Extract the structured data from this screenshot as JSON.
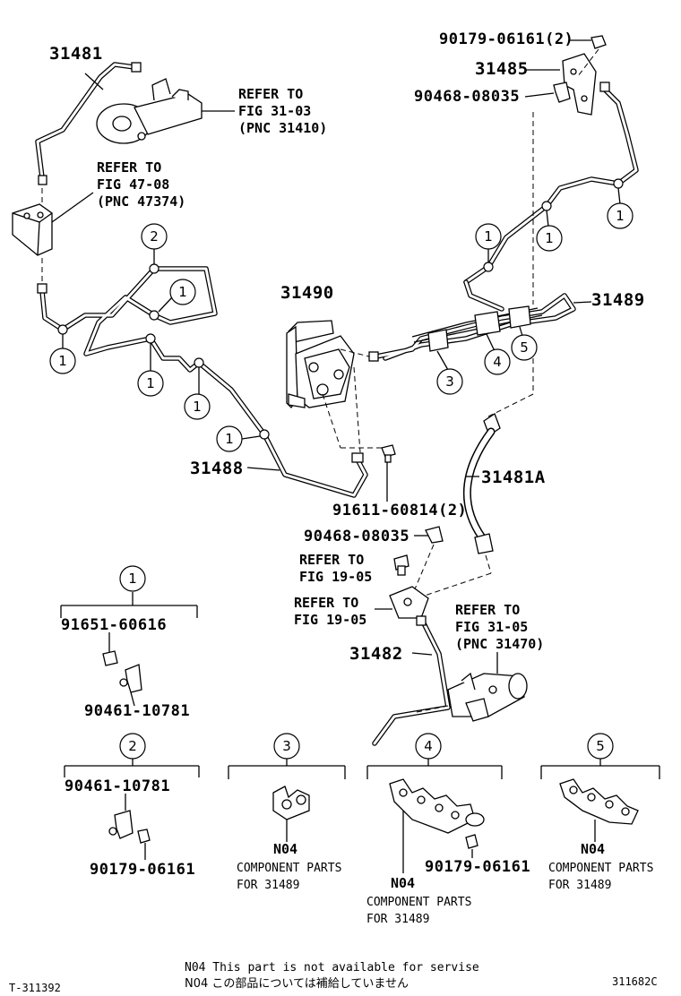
{
  "parts": {
    "p31481": "31481",
    "p31485": "31485",
    "p90179_top": "90179-06161(2)",
    "p90468_top": "90468-08035",
    "p31490": "31490",
    "p31489": "31489",
    "p31488": "31488",
    "p31481A": "31481A",
    "p91611": "91611-60814(2)",
    "p90468_mid": "90468-08035",
    "p31482": "31482",
    "p91651": "91651-60616",
    "p90461_a": "90461-10781",
    "p90461_b": "90461-10781",
    "p90179_b": "90179-06161",
    "p90179_c": "90179-06161"
  },
  "refs": {
    "ref_31_03": "REFER TO\nFIG 31-03\n(PNC 31410)",
    "ref_47_08": "REFER TO\nFIG 47-08\n(PNC 47374)",
    "ref_19_05_a": "REFER TO\nFIG 19-05",
    "ref_19_05_b": "REFER TO\nFIG 19-05",
    "ref_31_05": "REFER TO\nFIG 31-05\n(PNC 31470)"
  },
  "callouts": {
    "one": "1",
    "two": "2",
    "three": "3",
    "four": "4",
    "five": "5"
  },
  "components": {
    "n04": "N04",
    "component_text": "COMPONENT PARTS\nFOR 31489"
  },
  "notes": {
    "en": "N04 This part is not available for servise",
    "jp": "N04 この部品については補給していません"
  },
  "footer": {
    "left_id": "T-311392",
    "right_id": "311682C"
  }
}
